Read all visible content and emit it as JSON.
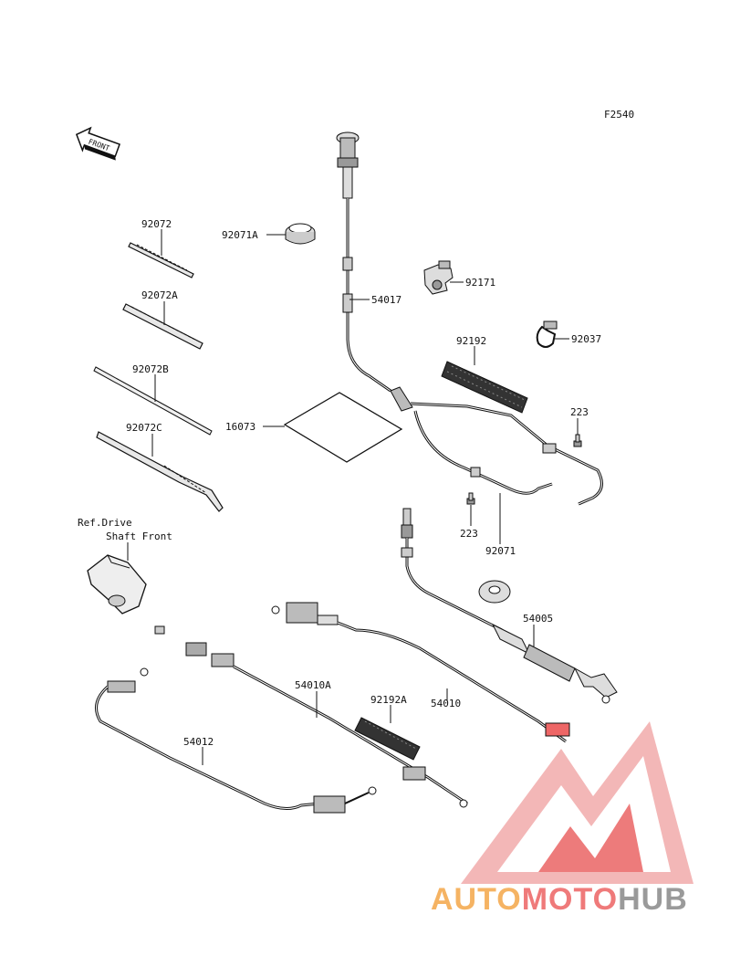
{
  "figure_code": "F2540",
  "front_label": "FRONT",
  "ref_note_line1": "Ref.Drive",
  "ref_note_line2": "Shaft Front",
  "parts": {
    "p92072": "92072",
    "p92072A": "92072A",
    "p92072B": "92072B",
    "p92072C": "92072C",
    "p92071A": "92071A",
    "p54017": "54017",
    "p92171": "92171",
    "p92037": "92037",
    "p92192": "92192",
    "p16073": "16073",
    "p223a": "223",
    "p223b": "223",
    "p92071": "92071",
    "p54005": "54005",
    "p54010A": "54010A",
    "p92192A": "92192A",
    "p54010": "54010",
    "p54012": "54012"
  },
  "watermark": {
    "part1": "AUTO",
    "part2": "MOTO",
    "part3": "HUB",
    "color1": "#f5b363",
    "color2": "#ef7a7a",
    "color3": "#9a9a9a",
    "logo_color": "#e85050"
  }
}
